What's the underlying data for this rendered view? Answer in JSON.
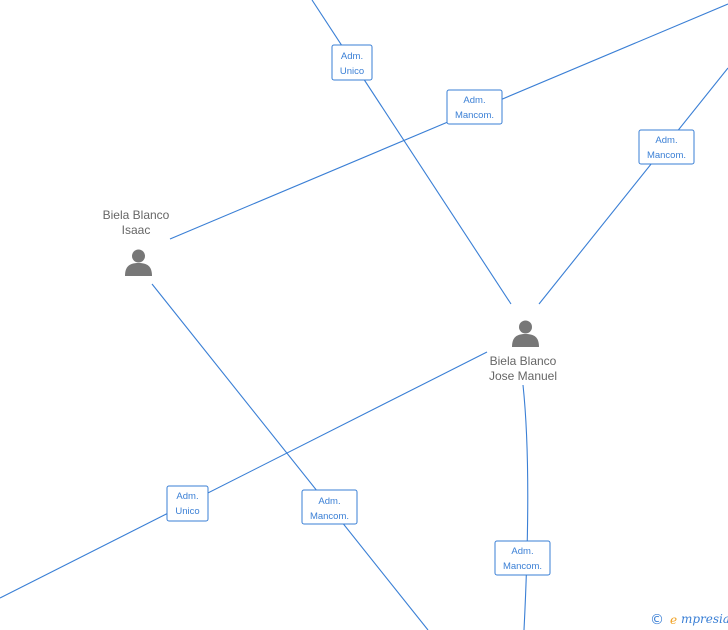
{
  "colors": {
    "edge": "#3a7fd5",
    "label_text": "#3a7fd5",
    "person_icon": "#777777",
    "person_name": "#666666",
    "brand_e": "#f0a020",
    "brand_text": "#3a7fd5"
  },
  "persons": [
    {
      "line1": "Biela Blanco",
      "line2": "Isaac",
      "icon": "person-icon"
    },
    {
      "line1": "Biela Blanco",
      "line2": "Jose Manuel",
      "icon": "person-icon"
    }
  ],
  "relations": [
    {
      "line1": "Adm.",
      "line2": "Unico"
    },
    {
      "line1": "Adm.",
      "line2": "Mancom."
    },
    {
      "line1": "Adm.",
      "line2": "Mancom."
    },
    {
      "line1": "Adm.",
      "line2": "Unico"
    },
    {
      "line1": "Adm.",
      "line2": "Mancom."
    },
    {
      "line1": "Adm.",
      "line2": "Mancom."
    }
  ],
  "footer": {
    "copyright_symbol": "©",
    "brand_initial": "e",
    "brand_rest": "mpresia"
  }
}
